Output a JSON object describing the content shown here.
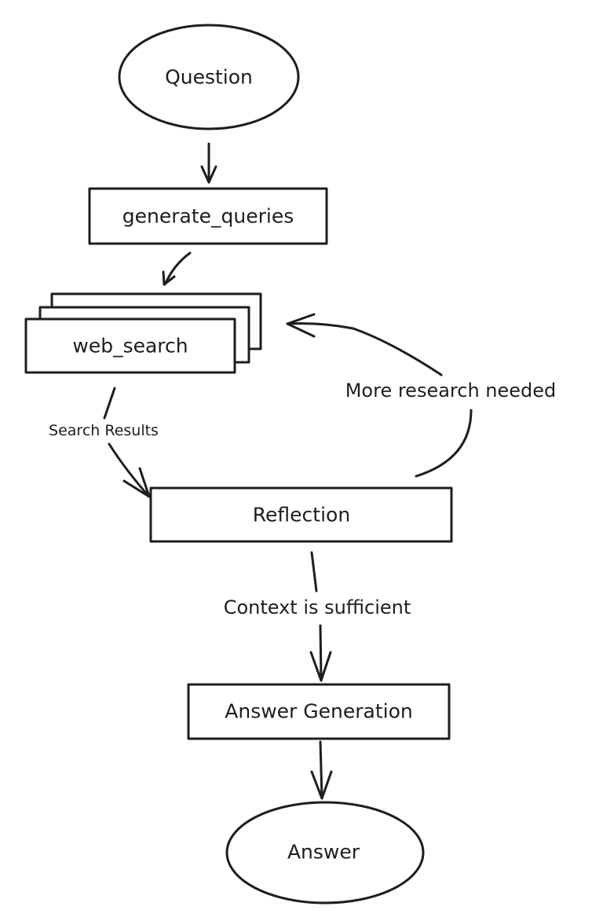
{
  "diagram": {
    "style": "hand-drawn flowchart",
    "stroke_color": "#1e1e1e",
    "background": "#ffffff",
    "nodes": {
      "question": {
        "label": "Question",
        "shape": "ellipse"
      },
      "generate_queries": {
        "label": "generate_queries",
        "shape": "rectangle"
      },
      "web_search": {
        "label": "web_search",
        "shape": "stacked-rectangles"
      },
      "reflection": {
        "label": "Reflection",
        "shape": "rectangle"
      },
      "answer_generation": {
        "label": "Answer Generation",
        "shape": "rectangle"
      },
      "answer": {
        "label": "Answer",
        "shape": "ellipse"
      }
    },
    "edges": [
      {
        "from": "question",
        "to": "generate_queries",
        "label": ""
      },
      {
        "from": "generate_queries",
        "to": "web_search",
        "label": ""
      },
      {
        "from": "web_search",
        "to": "reflection",
        "label": "Search Results"
      },
      {
        "from": "reflection",
        "to": "web_search",
        "label": "More research needed"
      },
      {
        "from": "reflection",
        "to": "answer_generation",
        "label": "Context is sufficient"
      },
      {
        "from": "answer_generation",
        "to": "answer",
        "label": ""
      }
    ],
    "edge_labels": {
      "search_results": "Search Results",
      "more_research": "More research needed",
      "context_sufficient": "Context is sufficient"
    }
  }
}
